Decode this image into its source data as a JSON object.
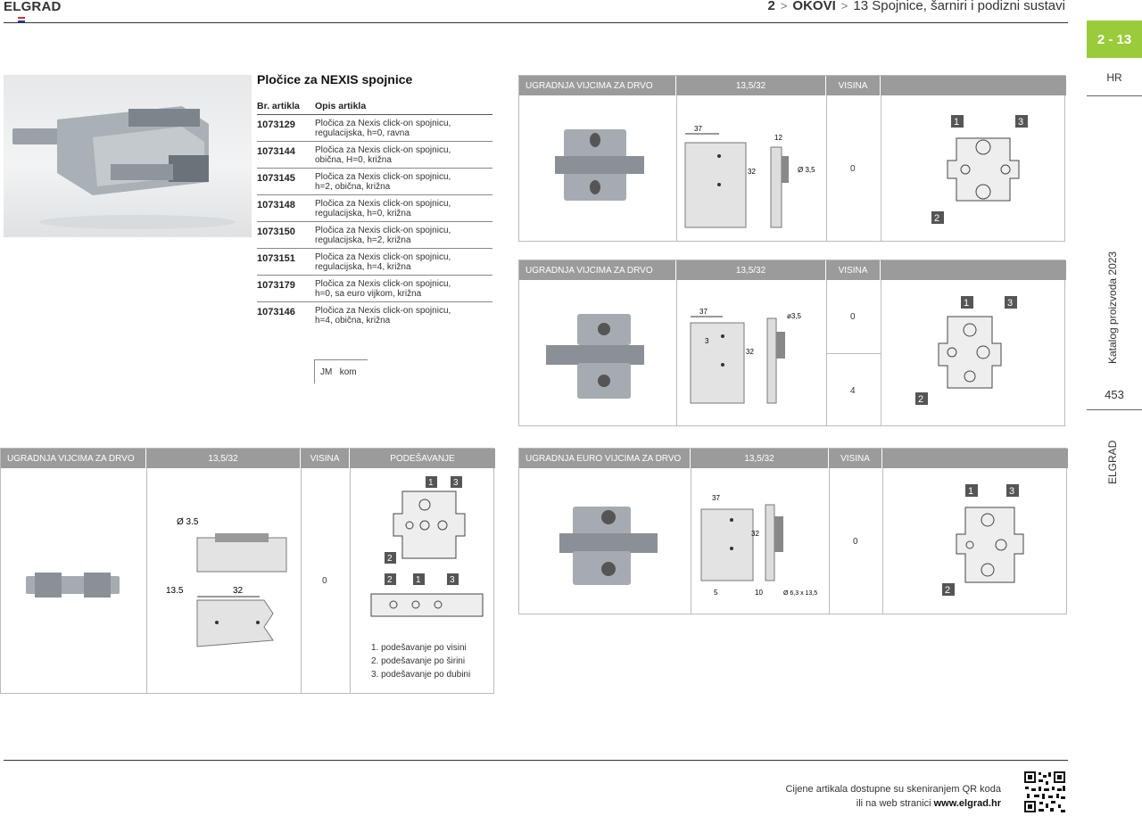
{
  "header": {
    "brand": "ELGRAD",
    "chapter_num": "2",
    "chapter": "OKOVI",
    "section_num": "13",
    "section": "Spojnice, šarniri i podizni sustavi"
  },
  "side": {
    "badge": "2 - 13",
    "lang": "HR",
    "catalog": "Katalog proizvoda 2023",
    "page": "453",
    "brand": "ELGRAD"
  },
  "product": {
    "title": "Pločice za NEXIS spojnice",
    "col_article": "Br. artikla",
    "col_desc": "Opis artikla",
    "rows": [
      {
        "code": "1073129",
        "desc1": "Pločica za Nexis click-on spojnicu,",
        "desc2": "regulacijska, h=0, ravna"
      },
      {
        "code": "1073144",
        "desc1": "Pločica za Nexis click-on spojnicu,",
        "desc2": "obična, H=0, križna"
      },
      {
        "code": "1073145",
        "desc1": "Pločica za Nexis click-on spojnicu,",
        "desc2": "h=2, obična, križna"
      },
      {
        "code": "1073148",
        "desc1": "Pločica za Nexis click-on spojnicu,",
        "desc2": "regulacijska, h=0, križna"
      },
      {
        "code": "1073150",
        "desc1": "Pločica za Nexis click-on spojnicu,",
        "desc2": "regulacijska, h=2, križna"
      },
      {
        "code": "1073151",
        "desc1": "Pločica za Nexis click-on spojnicu,",
        "desc2": "regulacijska, h=4, križna"
      },
      {
        "code": "1073179",
        "desc1": "Pločica za Nexis click-on spojnicu,",
        "desc2": "h=0, sa euro vijkom, križna"
      },
      {
        "code": "1073146",
        "desc1": "Pločica za Nexis click-on spojnicu,",
        "desc2": "h=4, obična, križna"
      }
    ],
    "unit_label": "JM",
    "unit_value": "kom"
  },
  "spec1": {
    "h1": "UGRADNJA VIJCIMA ZA DRVO",
    "h2": "13,5/32",
    "h3": "VISINA",
    "visina": "0"
  },
  "spec2": {
    "h1": "UGRADNJA VIJCIMA ZA DRVO",
    "h2": "13,5/32",
    "h3": "VISINA",
    "visina_a": "0",
    "visina_b": "4"
  },
  "spec3": {
    "h1": "UGRADNJA VIJCIMA ZA DRVO",
    "h2": "13,5/32",
    "h3": "VISINA",
    "h4": "PODEŠAVANJE",
    "visina": "0"
  },
  "spec4": {
    "h1": "UGRADNJA EURO VIJCIMA ZA DRVO",
    "h2": "13,5/32",
    "h3": "VISINA",
    "visina": "0"
  },
  "dims": {
    "d37": "37",
    "d12": "12",
    "d32": "32",
    "d35": "Ø 3,5",
    "d35b": "ø3,5",
    "d3": "3",
    "d35c": "Ø 3.5",
    "d135": "13.5",
    "d5": "5",
    "d10": "10",
    "d63": "Ø 6,3 x 13,5",
    "n1": "1",
    "n2": "2",
    "n3": "3"
  },
  "legend": {
    "l1": "1. podešavanje po visini",
    "l2": "2. podešavanje po širini",
    "l3": "3. podešavanje po dubini"
  },
  "footer": {
    "line1": "Cijene artikala dostupne su skeniranjem QR koda",
    "line2_pre": "ili na web stranici ",
    "line2_url": "www.elgrad.hr"
  },
  "colors": {
    "accent": "#9acb3b",
    "header_gray": "#9b9b9b"
  }
}
